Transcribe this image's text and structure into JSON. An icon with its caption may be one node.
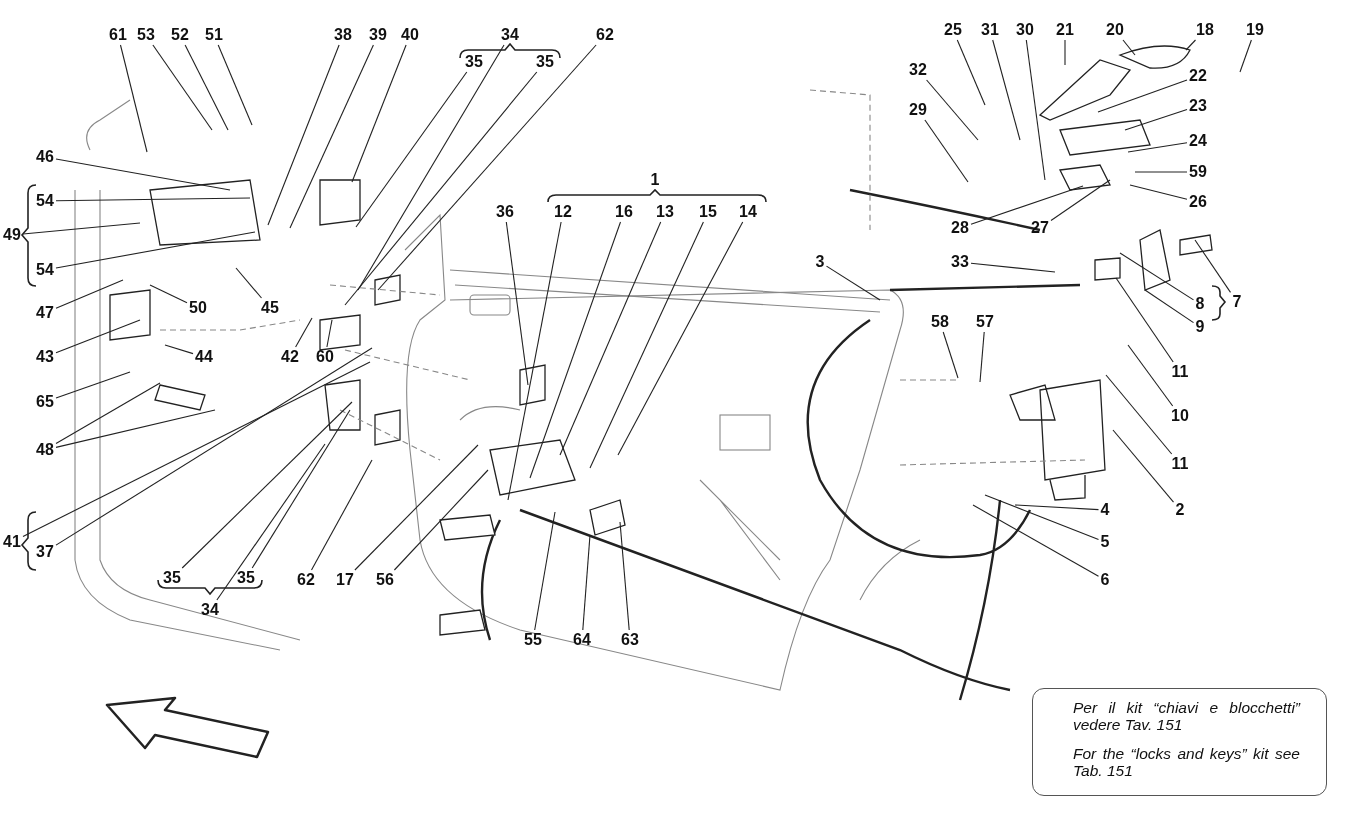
{
  "diagram": {
    "nodes": [
      {
        "text": [
          "61"
        ]
      },
      {
        "text": [
          "53"
        ]
      },
      {
        "text": [
          "52"
        ]
      },
      {
        "text": [
          "51"
        ]
      },
      {
        "text": [
          "38"
        ]
      },
      {
        "text": [
          "39"
        ]
      },
      {
        "text": [
          "40"
        ]
      },
      {
        "text": [
          "34"
        ]
      },
      {
        "text": [
          "35"
        ]
      },
      {
        "text": [
          "35"
        ]
      },
      {
        "text": [
          "62"
        ]
      },
      {
        "text": [
          "25"
        ]
      },
      {
        "text": [
          "31"
        ]
      },
      {
        "text": [
          "30"
        ]
      },
      {
        "text": [
          "21"
        ]
      },
      {
        "text": [
          "20"
        ]
      },
      {
        "text": [
          "18"
        ]
      },
      {
        "text": [
          "19"
        ]
      },
      {
        "text": [
          "32"
        ]
      },
      {
        "text": [
          "22"
        ]
      },
      {
        "text": [
          "29"
        ]
      },
      {
        "text": [
          "23"
        ]
      },
      {
        "text": [
          "24"
        ]
      },
      {
        "text": [
          "46"
        ]
      },
      {
        "text": [
          "59"
        ]
      },
      {
        "text": [
          "26"
        ]
      },
      {
        "text": [
          "36"
        ]
      },
      {
        "text": [
          "12"
        ]
      },
      {
        "text": [
          "16"
        ]
      },
      {
        "text": [
          "13"
        ]
      },
      {
        "text": [
          "15"
        ]
      },
      {
        "text": [
          "14"
        ]
      },
      {
        "text": [
          "54"
        ]
      },
      {
        "text": [
          "28"
        ]
      },
      {
        "text": [
          "27"
        ]
      },
      {
        "text": [
          "49"
        ]
      },
      {
        "text": [
          "54"
        ]
      },
      {
        "text": [
          "3"
        ]
      },
      {
        "text": [
          "33"
        ]
      },
      {
        "text": [
          "50"
        ]
      },
      {
        "text": [
          "8"
        ]
      },
      {
        "text": [
          "45"
        ]
      },
      {
        "text": [
          "7"
        ]
      },
      {
        "text": [
          "47"
        ]
      },
      {
        "text": [
          "9"
        ]
      },
      {
        "text": [
          "58"
        ]
      },
      {
        "text": [
          "57"
        ]
      },
      {
        "text": [
          "43"
        ]
      },
      {
        "text": [
          "44"
        ]
      },
      {
        "text": [
          "42"
        ]
      },
      {
        "text": [
          "60"
        ]
      },
      {
        "text": [
          "11"
        ]
      },
      {
        "text": [
          "65"
        ]
      },
      {
        "text": [
          "10"
        ]
      },
      {
        "text": [
          "48"
        ]
      },
      {
        "text": [
          "11"
        ]
      },
      {
        "text": [
          "2"
        ]
      },
      {
        "text": [
          "4"
        ]
      },
      {
        "text": [
          "41"
        ]
      },
      {
        "text": [
          "5"
        ]
      },
      {
        "text": [
          "37"
        ]
      },
      {
        "text": [
          "6"
        ]
      },
      {
        "text": [
          "35"
        ]
      },
      {
        "text": [
          "35"
        ]
      },
      {
        "text": [
          "62"
        ]
      },
      {
        "text": [
          "17"
        ]
      },
      {
        "text": [
          "56"
        ]
      },
      {
        "text": [
          "34"
        ]
      },
      {
        "text": [
          "55"
        ]
      },
      {
        "text": [
          "64"
        ]
      },
      {
        "text": [
          "63"
        ]
      },
      {
        "text": [
          "Per il kit “chiavi e blocchetti” vedere Tav. 151",
          "For the “locks and keys” kit see Tab. 151"
        ]
      }
    ],
    "edges": [
      {
        "from": 0,
        "to": null,
        "arrow": "none"
      },
      {
        "from": 1,
        "to": null,
        "arrow": "none"
      },
      {
        "from": 2,
        "to": null,
        "arrow": "none"
      },
      {
        "from": 3,
        "to": null,
        "arrow": "none"
      },
      {
        "from": 4,
        "to": null,
        "arrow": "none"
      },
      {
        "from": 5,
        "to": null,
        "arrow": "none"
      },
      {
        "from": 6,
        "to": null,
        "arrow": "none"
      },
      {
        "from": 7,
        "to": null,
        "arrow": "none"
      },
      {
        "from": 8,
        "to": null,
        "arrow": "none"
      },
      {
        "from": 9,
        "to": null,
        "arrow": "none"
      },
      {
        "from": 10,
        "to": null,
        "arrow": "none"
      },
      {
        "from": 11,
        "to": null,
        "arrow": "none"
      },
      {
        "from": 12,
        "to": null,
        "arrow": "none"
      },
      {
        "from": 13,
        "to": null,
        "arrow": "none"
      },
      {
        "from": 14,
        "to": null,
        "arrow": "none"
      },
      {
        "from": 15,
        "to": null,
        "arrow": "none"
      },
      {
        "from": 16,
        "to": null,
        "arrow": "none"
      },
      {
        "from": 17,
        "to": null,
        "arrow": "none"
      },
      {
        "from": 18,
        "to": null,
        "arrow": "none"
      },
      {
        "from": 19,
        "to": null,
        "arrow": "none"
      },
      {
        "from": 20,
        "to": null,
        "arrow": "none"
      },
      {
        "from": 21,
        "to": null,
        "arrow": "none"
      },
      {
        "from": 22,
        "to": null,
        "arrow": "none"
      },
      {
        "from": 23,
        "to": null,
        "arrow": "none"
      },
      {
        "from": 24,
        "to": null,
        "arrow": "none"
      },
      {
        "from": 25,
        "to": null,
        "arrow": "none"
      },
      {
        "from": 26,
        "to": null,
        "arrow": "none"
      },
      {
        "from": 27,
        "to": null,
        "arrow": "none"
      },
      {
        "from": 28,
        "to": null,
        "arrow": "none"
      },
      {
        "from": 29,
        "to": null,
        "arrow": "none"
      },
      {
        "from": 30,
        "to": null,
        "arrow": "none"
      },
      {
        "from": 31,
        "to": null,
        "arrow": "none"
      },
      {
        "from": 32,
        "to": null,
        "arrow": "none"
      },
      {
        "from": 33,
        "to": null,
        "arrow": "none"
      },
      {
        "from": 34,
        "to": null,
        "arrow": "none"
      },
      {
        "from": 35,
        "to": null,
        "arrow": "none"
      },
      {
        "from": 36,
        "to": null,
        "arrow": "none"
      },
      {
        "from": 37,
        "to": null,
        "arrow": "none"
      },
      {
        "from": 38,
        "to": null,
        "arrow": "none"
      },
      {
        "from": 39,
        "to": null,
        "arrow": "none"
      },
      {
        "from": 40,
        "to": null,
        "arrow": "none"
      },
      {
        "from": 41,
        "to": null,
        "arrow": "none"
      },
      {
        "from": 42,
        "to": null,
        "arrow": "none"
      },
      {
        "from": 43,
        "to": null,
        "arrow": "none"
      },
      {
        "from": 44,
        "to": null,
        "arrow": "none"
      },
      {
        "from": 45,
        "to": null,
        "arrow": "none"
      },
      {
        "from": 46,
        "to": null,
        "arrow": "none"
      },
      {
        "from": 47,
        "to": null,
        "arrow": "none"
      },
      {
        "from": 48,
        "to": null,
        "arrow": "none"
      },
      {
        "from": 49,
        "to": null,
        "arrow": "none"
      },
      {
        "from": 50,
        "to": null,
        "arrow": "none"
      },
      {
        "from": 51,
        "to": null,
        "arrow": "none"
      },
      {
        "from": 52,
        "to": null,
        "arrow": "none"
      },
      {
        "from": 53,
        "to": null,
        "arrow": "none"
      },
      {
        "from": 54,
        "to": null,
        "arrow": "none"
      },
      {
        "from": 54,
        "to": null,
        "arrow": "none"
      },
      {
        "from": 55,
        "to": null,
        "arrow": "none"
      },
      {
        "from": 56,
        "to": null,
        "arrow": "none"
      },
      {
        "from": 57,
        "to": null,
        "arrow": "none"
      },
      {
        "from": 58,
        "to": null,
        "arrow": "none"
      },
      {
        "from": 59,
        "to": null,
        "arrow": "none"
      },
      {
        "from": 60,
        "to": null,
        "arrow": "none"
      },
      {
        "from": 61,
        "to": null,
        "arrow": "none"
      },
      {
        "from": 62,
        "to": null,
        "arrow": "none"
      },
      {
        "from": 63,
        "to": null,
        "arrow": "none"
      },
      {
        "from": 64,
        "to": null,
        "arrow": "none"
      },
      {
        "from": 65,
        "to": null,
        "arrow": "none"
      },
      {
        "from": 66,
        "to": null,
        "arrow": "none"
      },
      {
        "from": 67,
        "to": null,
        "arrow": "none"
      },
      {
        "from": 68,
        "to": null,
        "arrow": "none"
      },
      {
        "from": 69,
        "to": null,
        "arrow": "none"
      },
      {
        "from": 70,
        "to": null,
        "arrow": "none"
      }
    ],
    "labels": [
      "1"
    ]
  }
}
